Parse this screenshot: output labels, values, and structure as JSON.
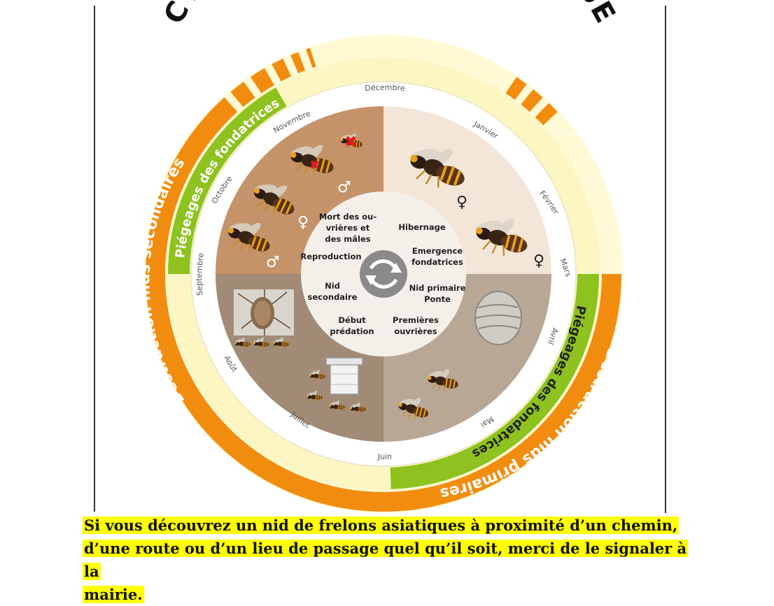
{
  "title": "CYCLES DU FRELON ASIATIQUE",
  "bands": {
    "destruction_secondaires": "Destruction nids secondaires",
    "destruction_primaires": "Destruction nids primaires",
    "piegeage_automne": "Piégeages des fondatrices",
    "piegeage_printemps": "Piégeages des fondatrices"
  },
  "months": {
    "decembre": "Décembre",
    "janvier": "Janvier",
    "fevrier": "Février",
    "mars": "Mars",
    "avril": "Avril",
    "mai": "Mai",
    "juin": "Juin",
    "juillet": "Juillet",
    "aout": "Août",
    "septembre": "Septembre",
    "octobre": "Octobre",
    "novembre": "Novembre"
  },
  "stages": {
    "mort_l1": "Mort des ou-",
    "mort_l2": "vrières et",
    "mort_l3": "des mâles",
    "reproduction": "Reproduction",
    "hibernage": "Hibernage",
    "emergence_l1": "Emergence",
    "emergence_l2": "fondatrices",
    "nid_sec_l1": "Nid",
    "nid_sec_l2": "secondaire",
    "nid_prim_l1": "Nid primaire",
    "nid_prim_l2": "Ponte",
    "debut_l1": "Début",
    "debut_l2": "prédation",
    "premieres_l1": "Premières",
    "premieres_l2": "ouvrières"
  },
  "symbols": {
    "male": "♂",
    "female": "♀",
    "dead": "✖"
  },
  "colors": {
    "orange": "#f28c0f",
    "green": "#8dc21f",
    "pale_yellow": "#fbf6c2",
    "light_yellow": "#fff9d6",
    "autumn_quadrant": "#c4936a",
    "winter_quadrant": "#f3e6d9",
    "spring_quadrant": "#b9a796",
    "summer_quadrant": "#a18b76",
    "highlight": "#ffff00"
  },
  "icons": {
    "cycle": "cycle-arrows-icon",
    "hornet": "hornet-icon",
    "nest": "nest-icon"
  },
  "caption": {
    "line1": "Si vous découvrez un nid de frelons asiatiques à proximité d’un chemin,",
    "line2": "d’une route ou d’un lieu de passage quel qu’il soit, merci de le signaler à la",
    "line3": "mairie."
  }
}
